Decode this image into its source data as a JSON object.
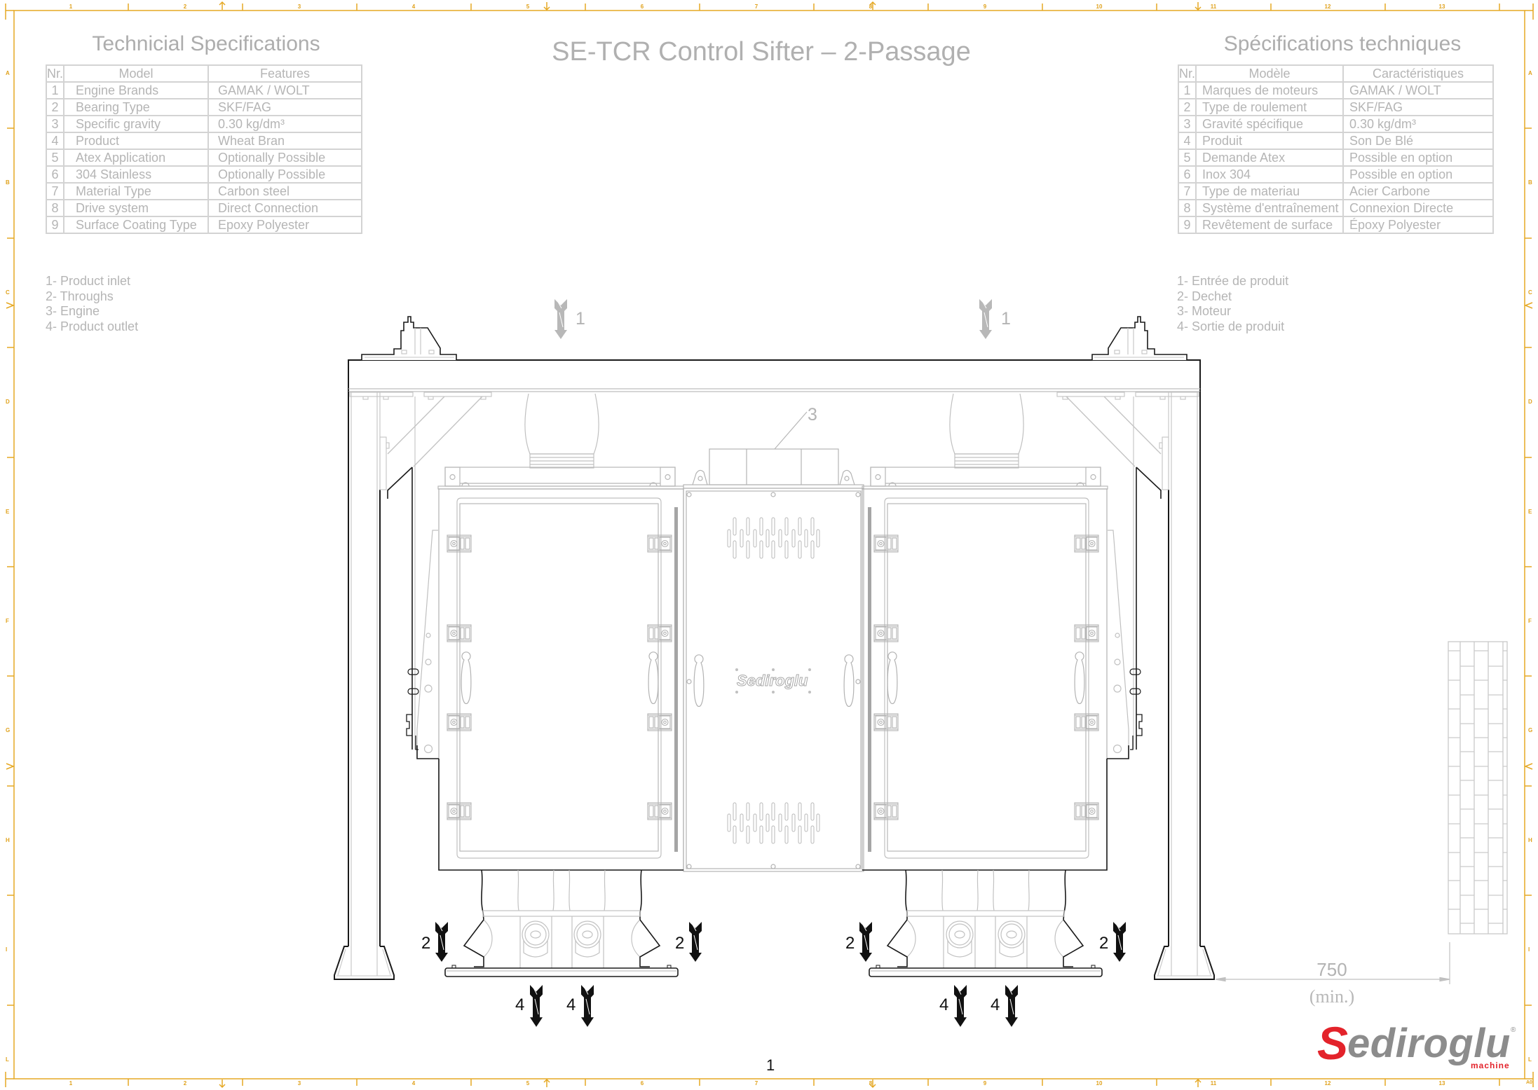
{
  "drawing_title": "SE-TCR Control Sifter – 2-Passage",
  "spec_en": {
    "title": "Technicial Specifications",
    "headers": {
      "nr": "Nr.",
      "model": "Model",
      "feature": "Features"
    },
    "rows": [
      {
        "nr": "1",
        "model": "Engine Brands",
        "feature": "GAMAK / WOLT"
      },
      {
        "nr": "2",
        "model": "Bearing Type",
        "feature": "SKF/FAG"
      },
      {
        "nr": "3",
        "model": "Specific gravity",
        "feature": "0.30 kg/dm³"
      },
      {
        "nr": "4",
        "model": "Product",
        "feature": "Wheat Bran"
      },
      {
        "nr": "5",
        "model": "Atex Application",
        "feature": "Optionally Possible"
      },
      {
        "nr": "6",
        "model": "304 Stainless",
        "feature": "Optionally Possible"
      },
      {
        "nr": "7",
        "model": "Material Type",
        "feature": "Carbon steel"
      },
      {
        "nr": "8",
        "model": "Drive system",
        "feature": "Direct Connection"
      },
      {
        "nr": "9",
        "model": "Surface Coating Type",
        "feature": "Epoxy Polyester"
      }
    ]
  },
  "spec_fr": {
    "title": "Spécifications techniques",
    "headers": {
      "nr": "Nr.",
      "model": "Modèle",
      "feature": "Caractéristiques"
    },
    "rows": [
      {
        "nr": "1",
        "model": "Marques de moteurs",
        "feature": "GAMAK / WOLT"
      },
      {
        "nr": "2",
        "model": "Type de roulement",
        "feature": "SKF/FAG"
      },
      {
        "nr": "3",
        "model": "Gravité spécifique",
        "feature": "0.30 kg/dm³"
      },
      {
        "nr": "4",
        "model": "Produit",
        "feature": "Son De Blé"
      },
      {
        "nr": "5",
        "model": "Demande Atex",
        "feature": "Possible en option"
      },
      {
        "nr": "6",
        "model": "Inox 304",
        "feature": "Possible en option"
      },
      {
        "nr": "7",
        "model": "Type de materiau",
        "feature": "Acier Carbone"
      },
      {
        "nr": "8",
        "model": "Système d'entraînement",
        "feature": "Connexion Directe"
      },
      {
        "nr": "9",
        "model": "Revêtement de surface",
        "feature": "Époxy Polyester"
      }
    ]
  },
  "legend_en": [
    "1- Product inlet",
    "2- Throughs",
    "3- Engine",
    "4- Product outlet"
  ],
  "legend_fr": [
    "1- Entrée de produit",
    "2- Dechet",
    "3- Moteur",
    "4- Sortie de produit"
  ],
  "callouts": {
    "inlet": "1",
    "trough": "2",
    "engine": "3",
    "outlet": "4"
  },
  "dimension": {
    "value": "750",
    "note": "(min.)"
  },
  "center_panel_brand": "Sediroglu",
  "logo": {
    "initial": "S",
    "rest": "ediroglu",
    "registered": "®",
    "tagline": "machine"
  },
  "page_number": "1",
  "frame": {
    "columns": [
      "1",
      "2",
      "3",
      "4",
      "5",
      "6",
      "7",
      "8",
      "9",
      "10",
      "11",
      "12",
      "13"
    ],
    "rows": [
      "A",
      "B",
      "C",
      "D",
      "E",
      "F",
      "G",
      "H",
      "I",
      "L"
    ],
    "sheet_size": "A0"
  },
  "colors": {
    "frame": "#e5a823",
    "text": "#b5b5b5",
    "line": "#c0c0c0",
    "ink": "#1a1a1a",
    "logo_red": "#e3232b",
    "logo_gray": "#8c8c8c"
  }
}
